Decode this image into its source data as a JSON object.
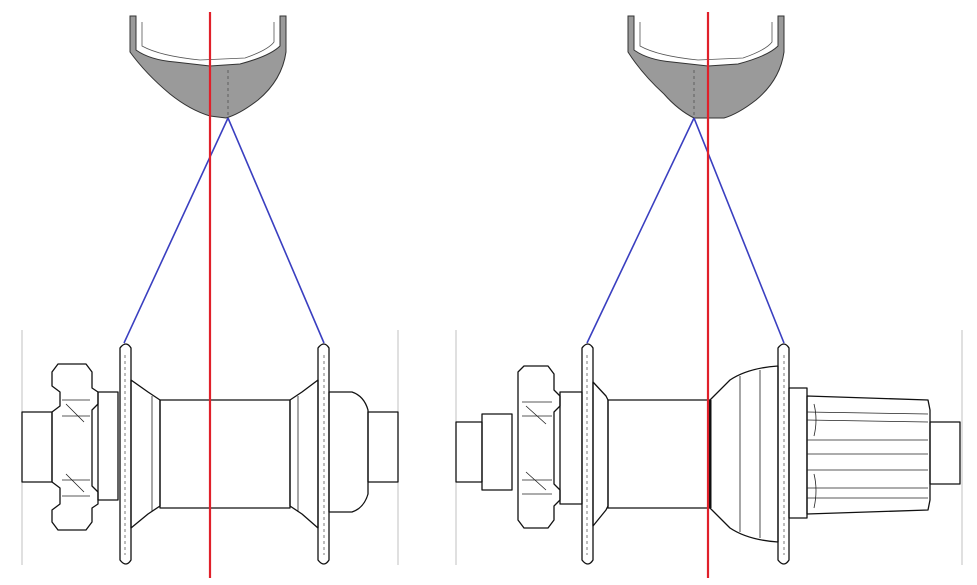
{
  "diagram": {
    "panels": [
      {
        "id": "front-hub",
        "description_visible": false
      },
      {
        "id": "rear-hub",
        "description_visible": false
      }
    ],
    "colors": {
      "centerline": "#e0202a",
      "spoke_lines": "#3a3fc0",
      "outline": "#111111",
      "rim_fill": "#8a8a8a"
    },
    "icons": [
      "rim-profile",
      "disc-rotor-mount",
      "hub-flange",
      "freehub-body"
    ]
  }
}
